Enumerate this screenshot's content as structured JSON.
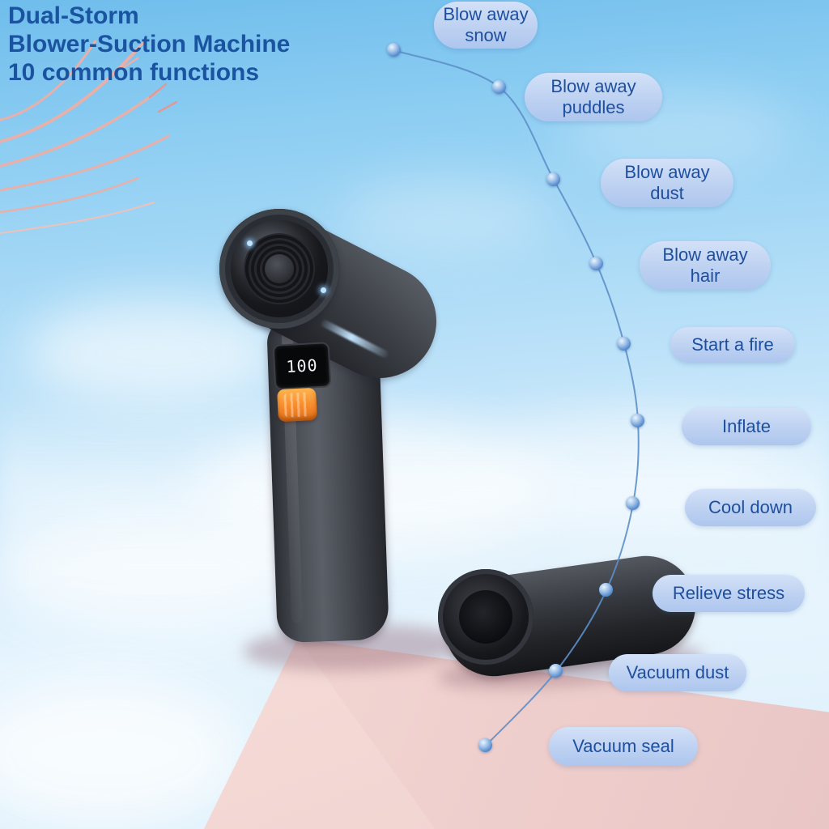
{
  "title": {
    "line1": "Dual-Storm",
    "line2": "Blower-Suction Machine",
    "line3": "10 common functions"
  },
  "functions": [
    {
      "label": "Blow away\nsnow"
    },
    {
      "label": "Blow away\npuddles"
    },
    {
      "label": "Blow away\ndust"
    },
    {
      "label": "Blow away\nhair"
    },
    {
      "label": "Start a fire"
    },
    {
      "label": "Inflate"
    },
    {
      "label": "Cool down"
    },
    {
      "label": "Relieve stress"
    },
    {
      "label": "Vacuum dust"
    },
    {
      "label": "Vacuum seal"
    }
  ],
  "device": {
    "display_value": "100"
  },
  "colors": {
    "title_blue": "#1a53a0",
    "pill_text": "#1d4f9e",
    "pill_bg": "#bdd1f1",
    "arc_blue": "#5d8fc9",
    "sky_blue": "#7fc4ee",
    "surface_pink": "#f2d6d3",
    "switch_orange": "#f68a2c",
    "led_blue": "#bfe4ff"
  }
}
